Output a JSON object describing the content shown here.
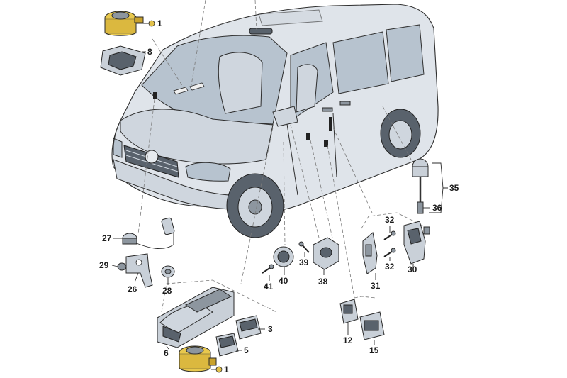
{
  "labels": {
    "p1": "1",
    "p8": "8",
    "p27": "27",
    "p29": "29",
    "p26": "26",
    "p28": "28",
    "p3": "3",
    "p5": "5",
    "p6": "6",
    "p1b": "1",
    "p41": "41",
    "p40": "40",
    "p39": "39",
    "p38": "38",
    "p12": "12",
    "p15": "15",
    "p31": "31",
    "p32a": "32",
    "p32b": "32",
    "p30": "30",
    "p35": "35",
    "p36": "36"
  },
  "colors": {
    "highlight_parts": "#e8c84d",
    "vehicle_body": "#dfe4ea",
    "glass": "#b7c3cf"
  }
}
